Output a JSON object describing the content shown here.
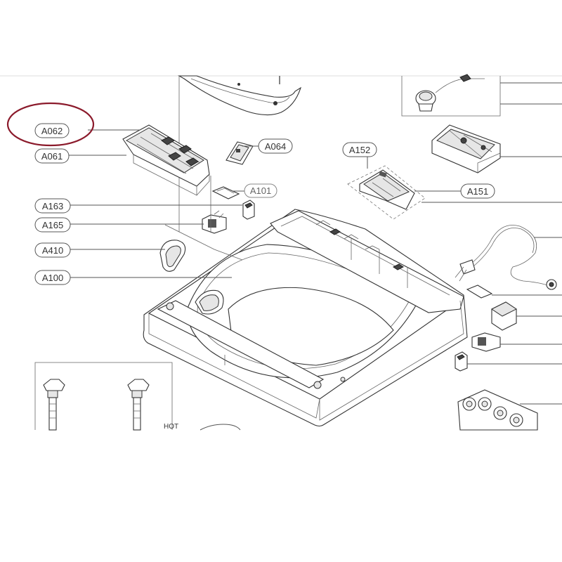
{
  "labels": {
    "a062": "A062",
    "a061": "A061",
    "a064": "A064",
    "a101": "A101",
    "a163": "A163",
    "a165": "A165",
    "a410": "A410",
    "a100": "A100",
    "a152": "A152",
    "a151": "A151"
  },
  "hot_label": "HOT",
  "colors": {
    "highlight": "#8b1a2b",
    "line": "#333333"
  },
  "highlighted_part": "A062"
}
